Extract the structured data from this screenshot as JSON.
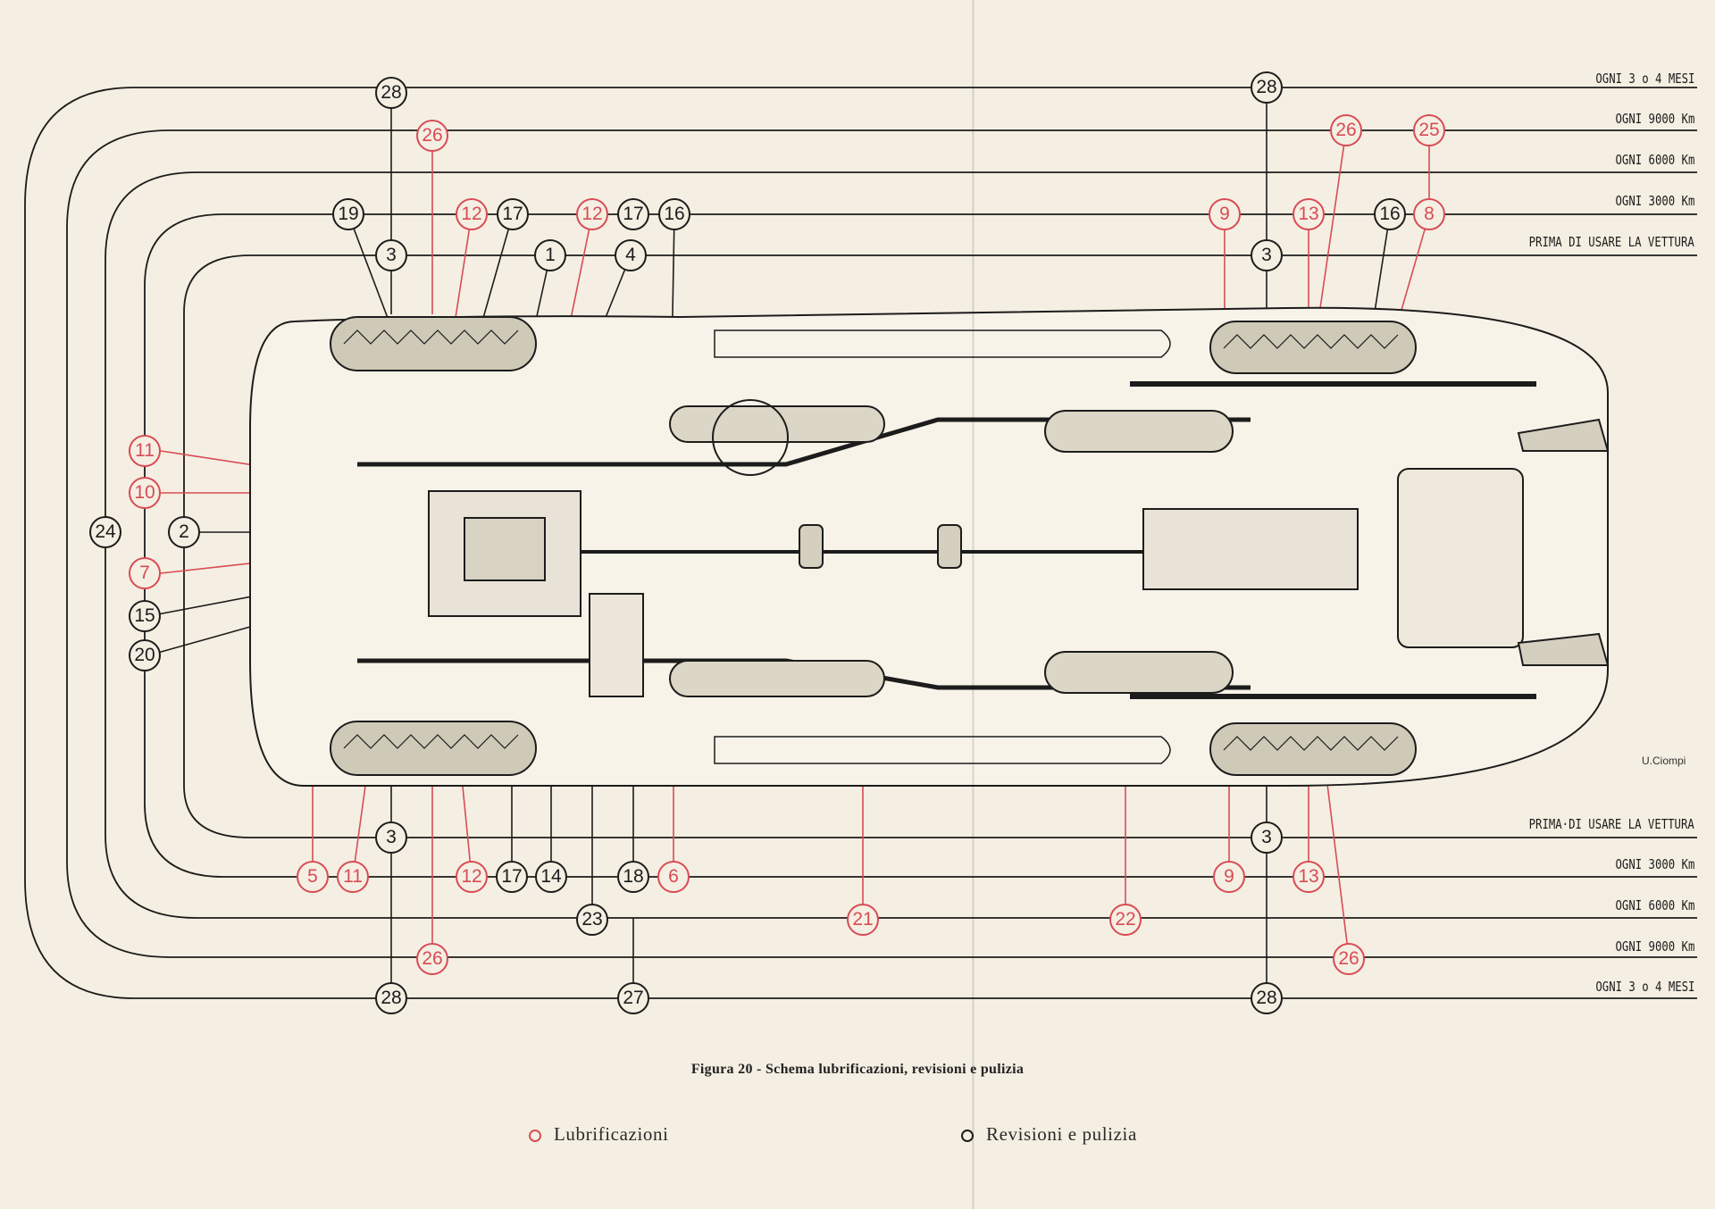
{
  "intervals_top": [
    {
      "label": "OGNI 3 o 4 MESI"
    },
    {
      "label": "OGNI 9000 Km"
    },
    {
      "label": "OGNI 6000 Km"
    },
    {
      "label": "OGNI 3000 Km"
    },
    {
      "label": "PRIMA DI USARE LA VETTURA"
    }
  ],
  "intervals_bottom": [
    {
      "label": "PRIMA·DI USARE LA VETTURA"
    },
    {
      "label": "OGNI 3000 Km"
    },
    {
      "label": "OGNI 6000 Km"
    },
    {
      "label": "OGNI 9000 Km"
    },
    {
      "label": "OGNI 3 o 4 MESI"
    }
  ],
  "markers": {
    "top_row1": [
      {
        "n": "28",
        "type": "revisione"
      },
      {
        "n": "28",
        "type": "revisione"
      }
    ],
    "top_row2": [
      {
        "n": "26",
        "type": "lubrificazione"
      },
      {
        "n": "26",
        "type": "lubrificazione"
      },
      {
        "n": "25",
        "type": "lubrificazione"
      }
    ],
    "top_row4": [
      {
        "n": "19",
        "type": "revisione"
      },
      {
        "n": "12",
        "type": "lubrificazione"
      },
      {
        "n": "17",
        "type": "revisione"
      },
      {
        "n": "12",
        "type": "lubrificazione"
      },
      {
        "n": "17",
        "type": "revisione"
      },
      {
        "n": "16",
        "type": "revisione"
      },
      {
        "n": "9",
        "type": "lubrificazione"
      },
      {
        "n": "13",
        "type": "lubrificazione"
      },
      {
        "n": "16",
        "type": "revisione"
      },
      {
        "n": "8",
        "type": "lubrificazione"
      }
    ],
    "top_row5": [
      {
        "n": "3",
        "type": "revisione"
      },
      {
        "n": "1",
        "type": "revisione"
      },
      {
        "n": "4",
        "type": "revisione"
      },
      {
        "n": "3",
        "type": "revisione"
      }
    ],
    "left_side": [
      {
        "n": "11",
        "type": "lubrificazione"
      },
      {
        "n": "10",
        "type": "lubrificazione"
      },
      {
        "n": "24",
        "type": "revisione"
      },
      {
        "n": "2",
        "type": "revisione"
      },
      {
        "n": "7",
        "type": "lubrificazione"
      },
      {
        "n": "15",
        "type": "revisione"
      },
      {
        "n": "20",
        "type": "revisione"
      }
    ],
    "bottom_row1": [
      {
        "n": "3",
        "type": "revisione"
      },
      {
        "n": "3",
        "type": "revisione"
      }
    ],
    "bottom_row2": [
      {
        "n": "5",
        "type": "lubrificazione"
      },
      {
        "n": "11",
        "type": "lubrificazione"
      },
      {
        "n": "12",
        "type": "lubrificazione"
      },
      {
        "n": "17",
        "type": "revisione"
      },
      {
        "n": "14",
        "type": "revisione"
      },
      {
        "n": "18",
        "type": "revisione"
      },
      {
        "n": "6",
        "type": "lubrificazione"
      },
      {
        "n": "9",
        "type": "lubrificazione"
      },
      {
        "n": "13",
        "type": "lubrificazione"
      }
    ],
    "bottom_row3": [
      {
        "n": "23",
        "type": "revisione"
      },
      {
        "n": "21",
        "type": "lubrificazione"
      },
      {
        "n": "22",
        "type": "lubrificazione"
      }
    ],
    "bottom_row4": [
      {
        "n": "26",
        "type": "lubrificazione"
      },
      {
        "n": "26",
        "type": "lubrificazione"
      }
    ],
    "bottom_row5": [
      {
        "n": "28",
        "type": "revisione"
      },
      {
        "n": "27",
        "type": "revisione"
      },
      {
        "n": "28",
        "type": "revisione"
      }
    ]
  },
  "artist_signature": "U.Ciompi",
  "caption": "Figura 20 - Schema lubrificazioni, revisioni e pulizia",
  "legend": {
    "lubrificazioni": "Lubrificazioni",
    "revisioni": "Revisioni e pulizia"
  },
  "colors": {
    "paper": "#f4efe2",
    "ink": "#1c1c1c",
    "lubrication_red": "#d94b55",
    "revision_black": "#1c1c1c"
  }
}
